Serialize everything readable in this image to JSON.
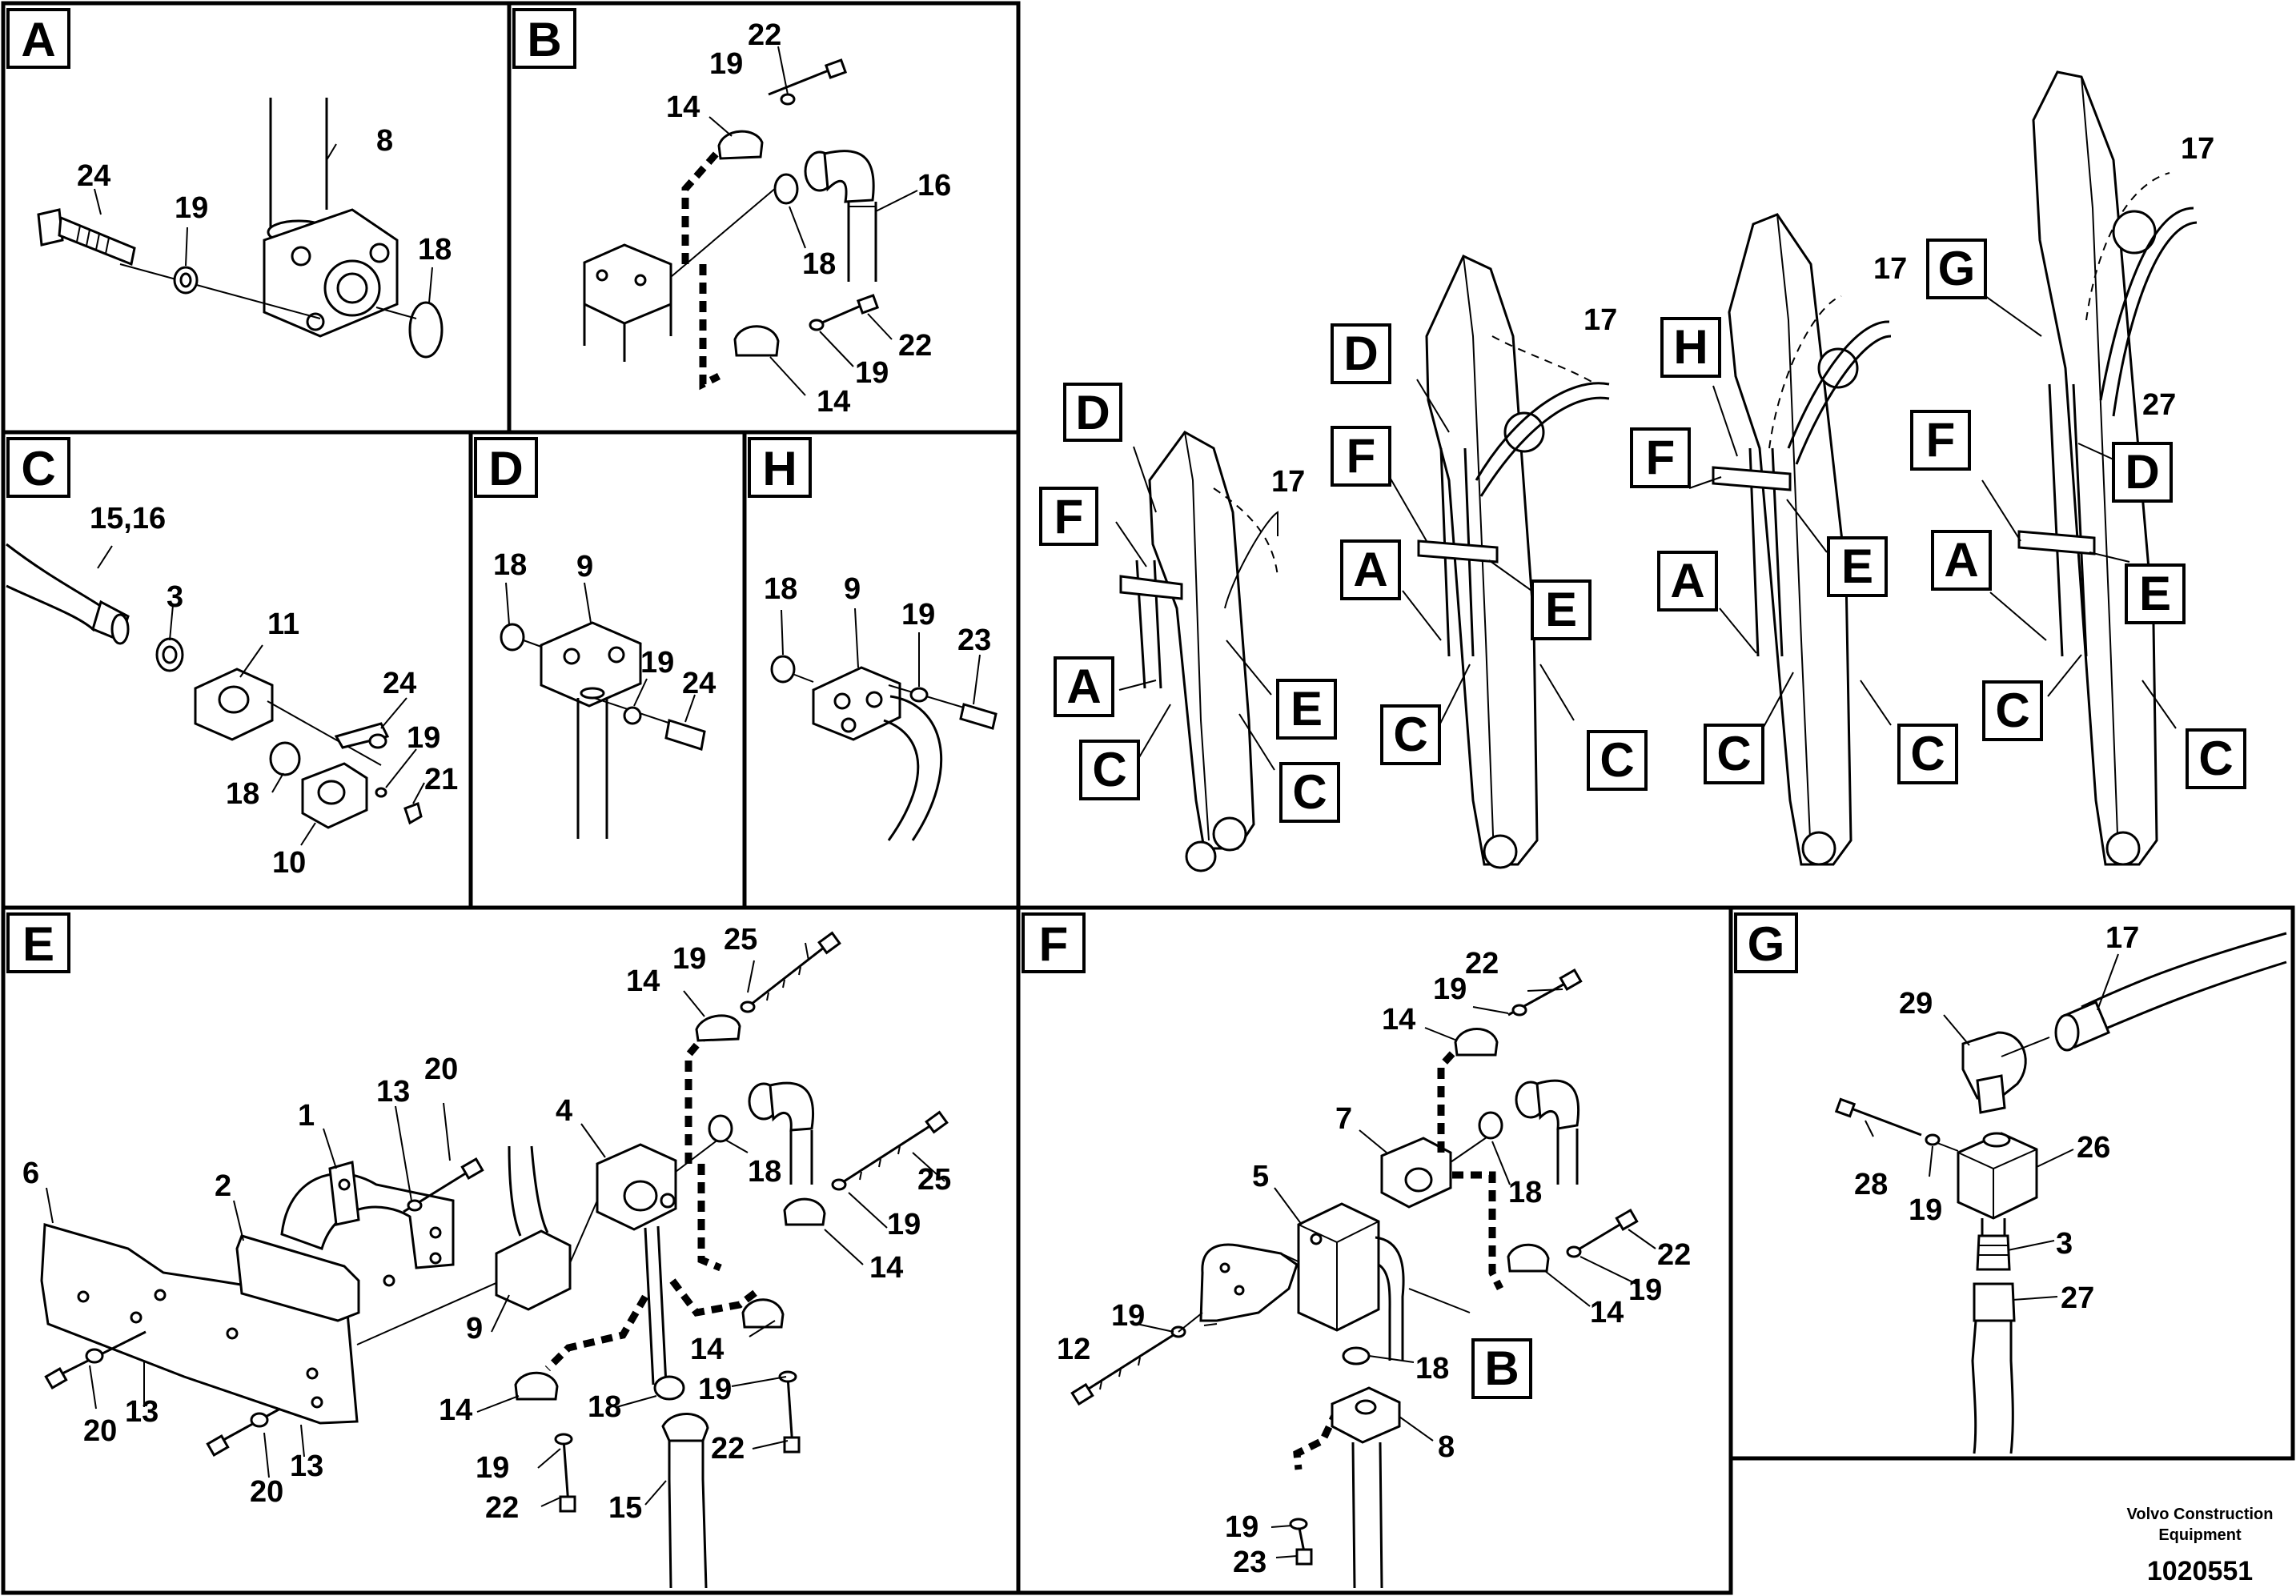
{
  "panels": {
    "A": "A",
    "B": "B",
    "C": "C",
    "D": "D",
    "H": "H",
    "E": "E",
    "F": "F",
    "G": "G"
  },
  "overview_tags": {
    "D": "D",
    "F": "F",
    "A": "A",
    "C": "C",
    "E": "E",
    "H": "H",
    "G": "G"
  },
  "part_numbers": {
    "n1": "1",
    "n2": "2",
    "n3": "3",
    "n4": "4",
    "n5": "5",
    "n6": "6",
    "n7": "7",
    "n8": "8",
    "n9": "9",
    "n10": "10",
    "n11": "11",
    "n12": "12",
    "n13": "13",
    "n14": "14",
    "n15": "15",
    "n15_16": "15,16",
    "n16": "16",
    "n17": "17",
    "n18": "18",
    "n19": "19",
    "n20": "20",
    "n21": "21",
    "n22": "22",
    "n23": "23",
    "n24": "24",
    "n25": "25",
    "n26": "26",
    "n27": "27",
    "n28": "28",
    "n29": "29"
  },
  "footer": {
    "credit_line1": "Volvo Construction",
    "credit_line2": "Equipment",
    "drawing_number": "1020551"
  },
  "colors": {
    "ink": "#000000",
    "paper": "#ffffff"
  }
}
